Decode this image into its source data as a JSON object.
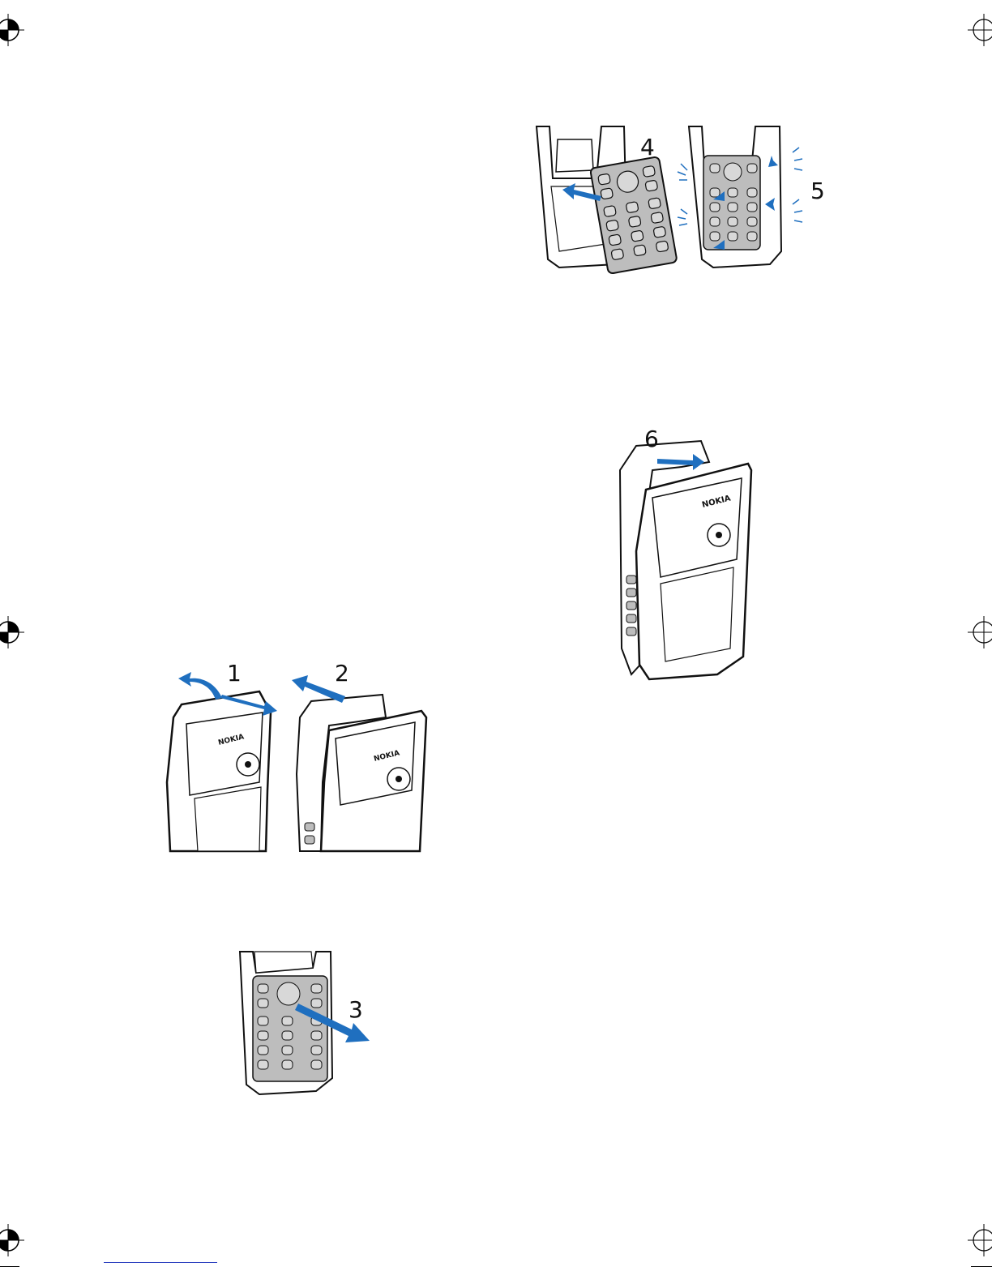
{
  "figures": {
    "step_labels": [
      "1",
      "2",
      "3",
      "4",
      "5",
      "6"
    ],
    "brand_text": "NOKIA",
    "arrow_color": "#1f6fbf",
    "line_color": "#111111",
    "keypad_color": "#bdbdbd"
  },
  "marks": {
    "registration_icon": "crosshair-circle",
    "footer_rule_color": "#2a3fbf"
  }
}
